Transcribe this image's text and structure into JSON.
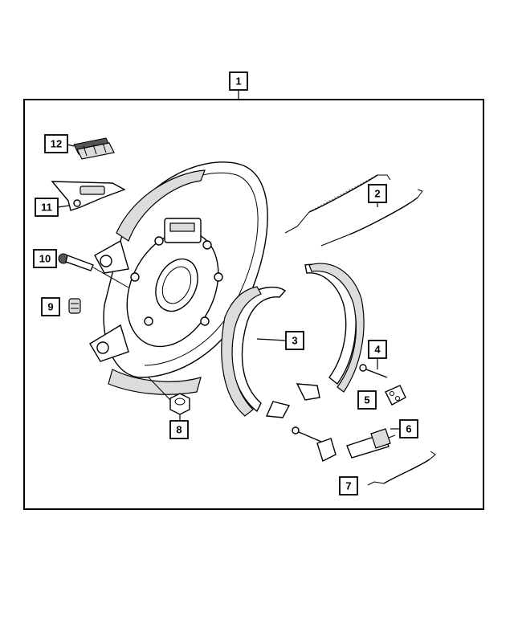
{
  "callouts": [
    {
      "id": "1",
      "label": "1"
    },
    {
      "id": "2",
      "label": "2"
    },
    {
      "id": "3",
      "label": "3"
    },
    {
      "id": "4",
      "label": "4"
    },
    {
      "id": "5",
      "label": "5"
    },
    {
      "id": "6",
      "label": "6"
    },
    {
      "id": "7",
      "label": "7"
    },
    {
      "id": "8",
      "label": "8"
    },
    {
      "id": "9",
      "label": "9"
    },
    {
      "id": "10",
      "label": "10"
    },
    {
      "id": "11",
      "label": "11"
    },
    {
      "id": "12",
      "label": "12"
    }
  ],
  "colors": {
    "line": "#000000",
    "background": "#ffffff",
    "shade": "#dcdcdc"
  }
}
